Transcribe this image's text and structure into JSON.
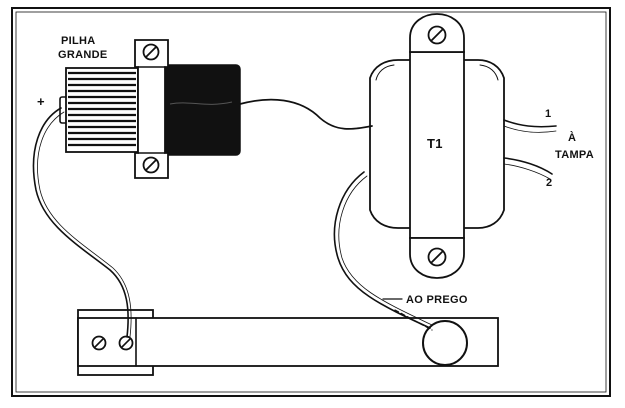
{
  "labels": {
    "battery_line1": "PILHA",
    "battery_line2": "GRANDE",
    "plus_sign": "+",
    "transformer": "T1",
    "wire_1": "1",
    "wire_2": "2",
    "to_lid_a": "À",
    "to_lid_tampa": "TAMPA",
    "to_nail": "AO PREGO"
  },
  "colors": {
    "ink": "#111111",
    "paper": "#ffffff"
  }
}
